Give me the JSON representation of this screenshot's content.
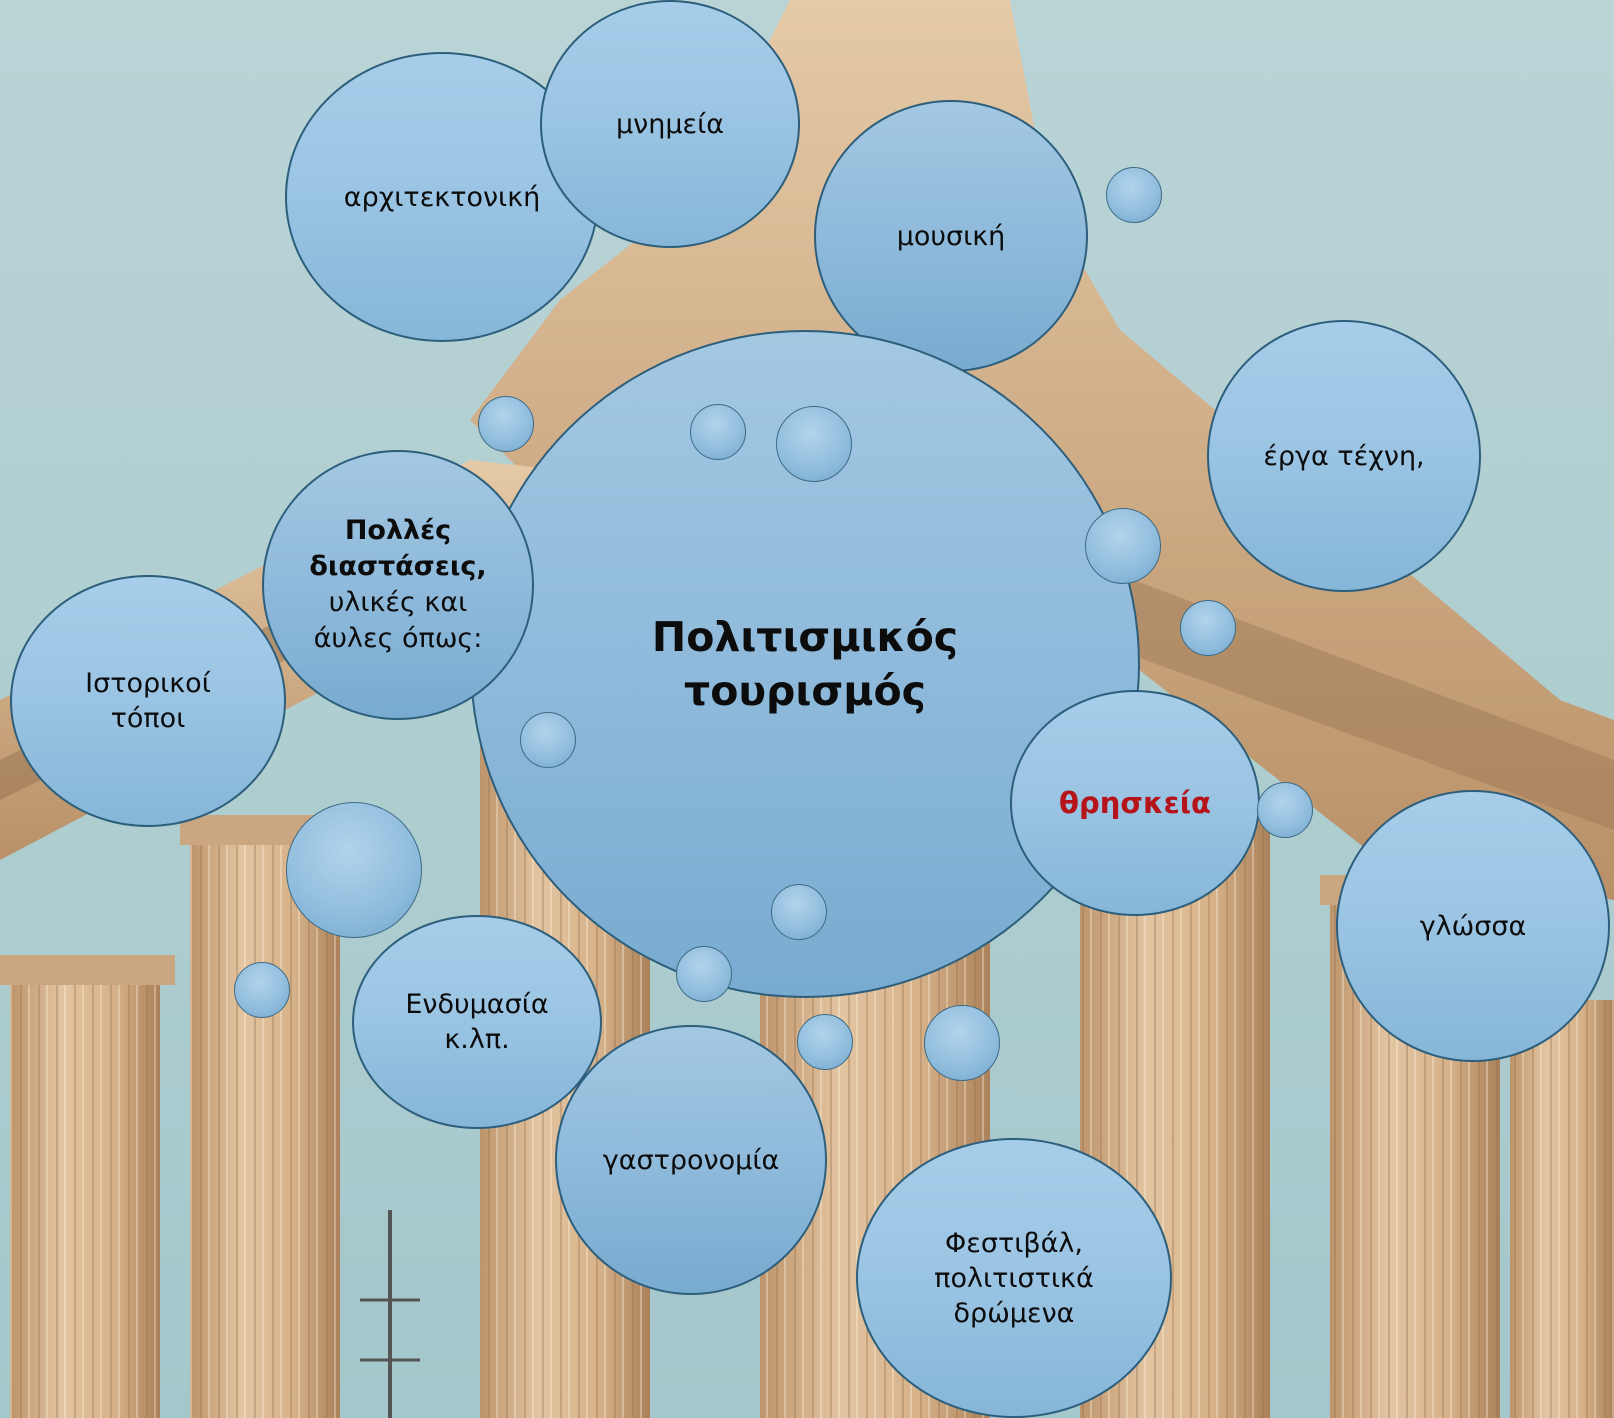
{
  "colors": {
    "sky": "#a9c9cb",
    "stone": "#d8b48c",
    "bubble_fill": "#9cc5e4",
    "bubble_border": "#2d5f7c",
    "religion_text": "#b5141a"
  },
  "center": {
    "label_line1": "Πολιτισμικός",
    "label_line2": "τουρισμός"
  },
  "facets": {
    "bold_line1": "Πολλές",
    "bold_line2": "διαστάσεις,",
    "line3": "υλικές και",
    "line4": "άυλες όπως:"
  },
  "topics": {
    "architecture": "αρχιτεκτονική",
    "monuments": "μνημεία",
    "music": "μουσική",
    "artworks": "έργα τέχνη,",
    "religion": "θρησκεία",
    "language": "γλώσσα",
    "historic_sites_1": "Ιστορικοί",
    "historic_sites_2": "τόποι",
    "clothing_1": "Ενδυμασία",
    "clothing_2": "κ.λπ.",
    "gastronomy": "γαστρονομία",
    "festivals_1": "Φεστιβάλ,",
    "festivals_2": "πολιτιστικά",
    "festivals_3": "δρώμενα"
  }
}
